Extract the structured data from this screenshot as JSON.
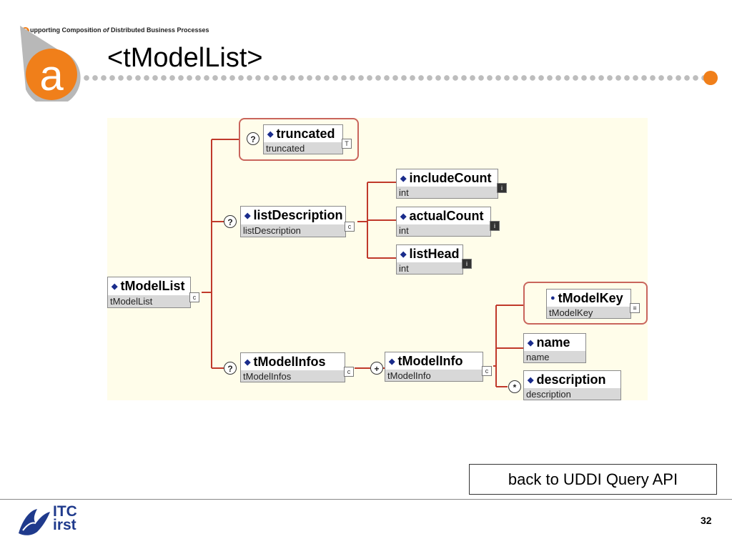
{
  "header": {
    "tagline_s": "S",
    "tagline_1": "upporting  Composition ",
    "tagline_of": "of",
    "tagline_2": " Distributed  Business  Processes",
    "logo_letter": "a",
    "title": "<tModelList>",
    "accent_color": "#f07f1a"
  },
  "diagram": {
    "nodes": {
      "tModelList": {
        "name": "tModelList",
        "type": "tModelList"
      },
      "truncated": {
        "name": "truncated",
        "type": "truncated"
      },
      "listDescription": {
        "name": "listDescription",
        "type": "listDescription"
      },
      "includeCount": {
        "name": "includeCount",
        "type": "int"
      },
      "actualCount": {
        "name": "actualCount",
        "type": "int"
      },
      "listHead": {
        "name": "listHead",
        "type": "int"
      },
      "tModelInfos": {
        "name": "tModelInfos",
        "type": "tModelInfos"
      },
      "tModelInfo": {
        "name": "tModelInfo",
        "type": "tModelInfo"
      },
      "tModelKey": {
        "name": "tModelKey",
        "type": "tModelKey"
      },
      "name": {
        "name": "name",
        "type": "name"
      },
      "description": {
        "name": "description",
        "type": "description"
      }
    },
    "indicators": {
      "optional": "?",
      "one_or_more": "+",
      "zero_or_more": "*"
    },
    "line_color": "#c0392b"
  },
  "footer": {
    "back_link": "back to UDDI Query API",
    "org_line1": "ITC",
    "org_line2": "irst",
    "page_number": "32"
  }
}
